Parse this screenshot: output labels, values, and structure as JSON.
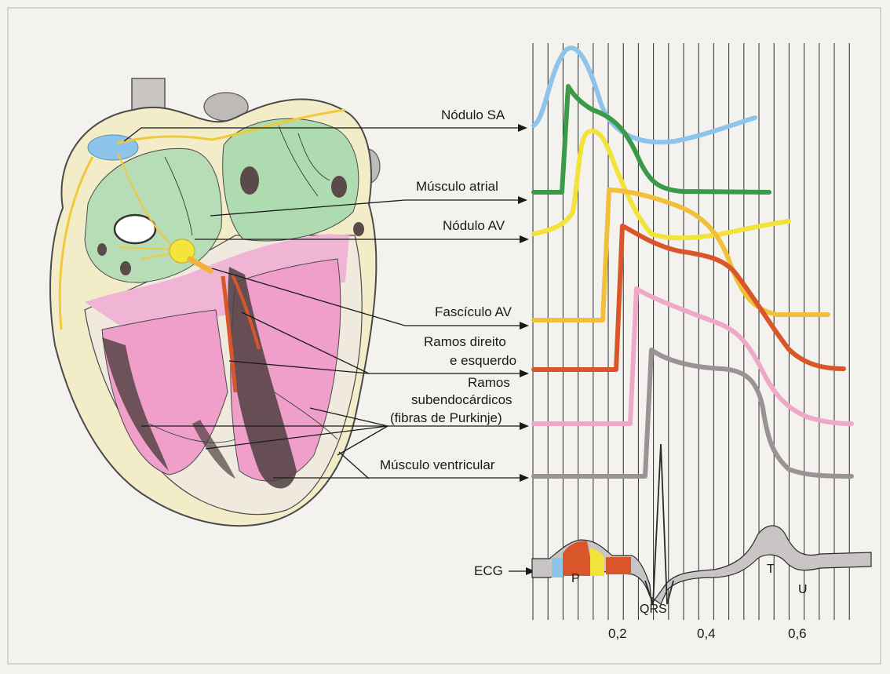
{
  "labels": {
    "sa_node": "Nódulo SA",
    "atrial_muscle": "Músculo atrial",
    "av_node": "Nódulo AV",
    "av_bundle": "Fascículo AV",
    "bundle_branches_line1": "Ramos direito",
    "bundle_branches_line2": "e esquerdo",
    "purkinje_line1": "Ramos",
    "purkinje_line2": "subendocárdicos",
    "purkinje_line3": "(fibras de Purkinje)",
    "ventricular_muscle": "Músculo ventricular",
    "ecg": "ECG",
    "p_wave": "P",
    "qrs": "QRS",
    "t_wave": "T",
    "u_wave": "U"
  },
  "time_axis": {
    "ticks": [
      "0,2",
      "0,4",
      "0,6"
    ]
  },
  "colors": {
    "sa_node": "#8cc4ea",
    "atrial_muscle": "#3a9a48",
    "av_node": "#f2e23a",
    "av_bundle": "#f2bf3a",
    "bundle_branches": "#d9562a",
    "purkinje": "#f0a8c8",
    "ventricular_muscle": "#9a9294",
    "ecg_fill": "#c9c5c5"
  }
}
